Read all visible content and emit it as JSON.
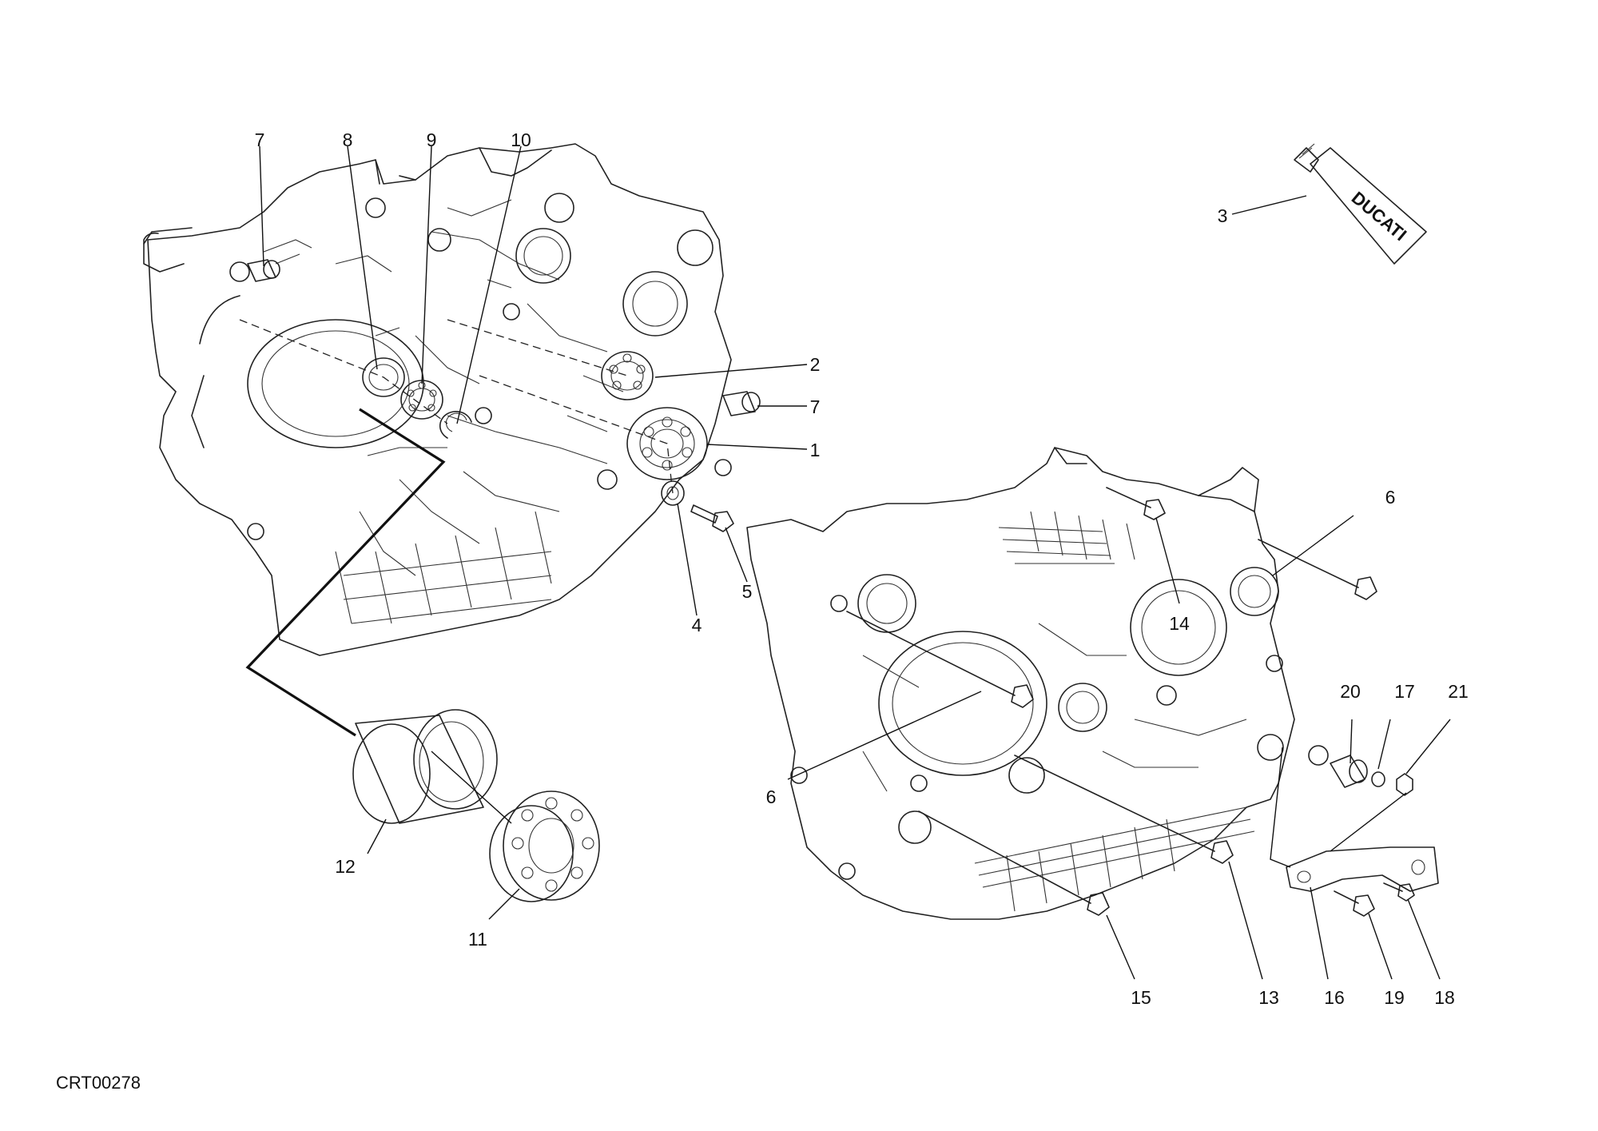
{
  "diagram": {
    "code": "CRT00278",
    "tube_brand": "DUCATI",
    "callouts": [
      {
        "id": "c7a",
        "label": "7"
      },
      {
        "id": "c8",
        "label": "8"
      },
      {
        "id": "c9",
        "label": "9"
      },
      {
        "id": "c10",
        "label": "10"
      },
      {
        "id": "c3",
        "label": "3"
      },
      {
        "id": "c2",
        "label": "2"
      },
      {
        "id": "c7b",
        "label": "7"
      },
      {
        "id": "c1",
        "label": "1"
      },
      {
        "id": "c4",
        "label": "4"
      },
      {
        "id": "c5",
        "label": "5"
      },
      {
        "id": "c6a",
        "label": "6"
      },
      {
        "id": "c14",
        "label": "14"
      },
      {
        "id": "c20",
        "label": "20"
      },
      {
        "id": "c17",
        "label": "17"
      },
      {
        "id": "c21",
        "label": "21"
      },
      {
        "id": "c6b",
        "label": "6"
      },
      {
        "id": "c12",
        "label": "12"
      },
      {
        "id": "c11",
        "label": "11"
      },
      {
        "id": "c15",
        "label": "15"
      },
      {
        "id": "c13",
        "label": "13"
      },
      {
        "id": "c16",
        "label": "16"
      },
      {
        "id": "c19",
        "label": "19"
      },
      {
        "id": "c18",
        "label": "18"
      }
    ]
  }
}
